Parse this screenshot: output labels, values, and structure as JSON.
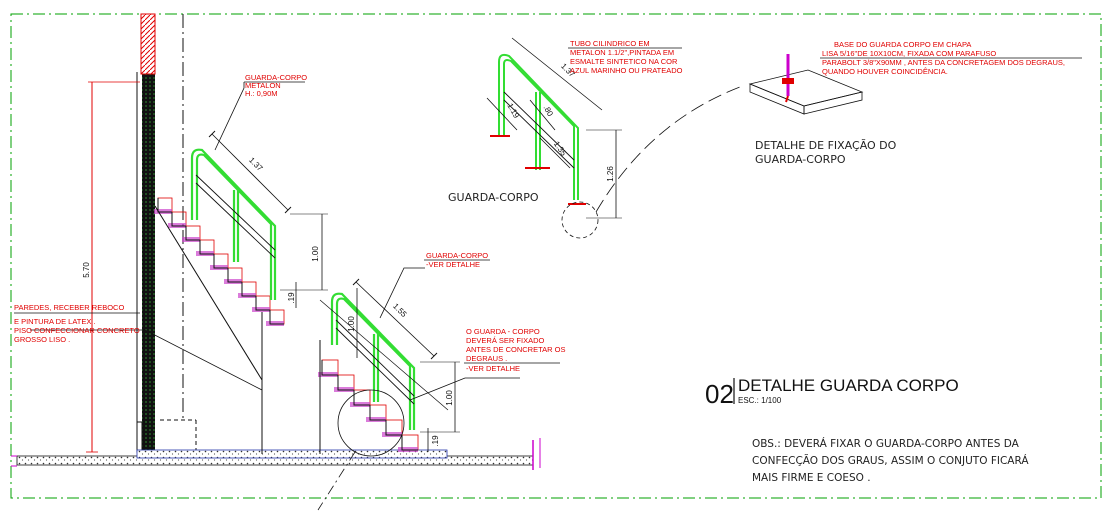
{
  "texts": {
    "guarda_corpo_metalon": [
      "GUARDA-CORPO",
      "METALON",
      "H.: 0,90M"
    ],
    "paredes_note": [
      "PAREDES, RECEBER   REBOCO",
      "E PINTURA DE LATEX .",
      "PISO CONFECCIONAR CONCRETO",
      "GROSSO LISO ."
    ],
    "guarda_corpo_ver": [
      "GUARDA-CORPO",
      "-VER DETALHE"
    ],
    "o_guarda_note": [
      "O GUARDA - CORPO",
      "DEVERÁ SER FIXADO",
      "ANTES DE CONCRETAR OS",
      "DEGRAUS .",
      "-VER DETALHE"
    ],
    "tubo_note": [
      "TUBO CILINDRICO EM",
      "METALON 1.1/2\",PINTADA EM",
      "ESMALTE SINTETICO NA COR",
      "AZUL MARINHO OU PRATEADO"
    ],
    "base_note": [
      "BASE DO GUARDA CORPO EM CHAPA",
      "LISA 5/16\"DE 10X10CM, FIXADA COM PARAFUSO",
      "PARABOLT 3/8\"X90MM , ANTES DA CONCRETAGEM DOS DEGRAUS,",
      "QUANDO HOUVER COINCIDÊNCIA."
    ],
    "guarda_corpo_label": "GUARDA-CORPO",
    "detalhe_fixacao": [
      "DETALHE DE FIXAÇÃO DO",
      "GUARDA-CORPO"
    ],
    "title_number": "02",
    "title_text": "DETALHE GUARDA CORPO",
    "title_scale": "ESC.: 1/100",
    "obs": [
      "OBS.: DEVERÁ  FIXAR O GUARDA-CORPO ANTES DA",
      "CONFECÇÃO DOS GRAUS, ASSIM O CONJUTO FICARÁ",
      "MAIS FIRME E COESO  ."
    ]
  },
  "dimensions": {
    "total_height": "5.70",
    "rail_upper_len": "1.37",
    "rail_upper_h": "1.00",
    "step_upper": ".19",
    "rail_lower_len": "1.55",
    "rail_lower_h_left": "1.00",
    "rail_lower_h_right": "1.00",
    "step_lower": ".19",
    "detail_len": "1.37",
    "detail_19": "1.19",
    "detail_80": ".80",
    "detail_135": "1.35",
    "detail_126": "1.26"
  },
  "colors": {
    "border": "#00a000",
    "rail": "#33dd33",
    "red": "#e00000",
    "magenta": "#cc00cc",
    "black": "#111111",
    "blue": "#2233aa"
  }
}
